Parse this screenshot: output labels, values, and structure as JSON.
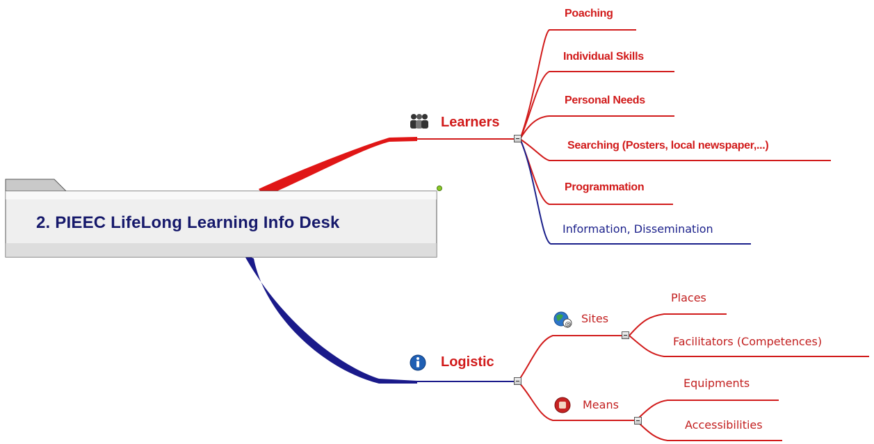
{
  "central": {
    "title": "2. PIEEC LifeLong Learning Info Desk"
  },
  "branches": {
    "learners": {
      "label": "Learners",
      "icon": "people-icon",
      "children": [
        "Poaching",
        "Individual Skills",
        "Personal Needs",
        "Searching (Posters, local newspaper,...)",
        "Programmation",
        "Information, Dissemination"
      ]
    },
    "logistic": {
      "label": "Logistic",
      "icon": "info-icon",
      "sites": {
        "label": "Sites",
        "icon": "globe-at-icon",
        "children": [
          "Places",
          "Facilitators (Competences)"
        ]
      },
      "means": {
        "label": "Means",
        "icon": "stop-hand-icon",
        "children": [
          "Equipments",
          "Accessibilities"
        ]
      }
    }
  },
  "colors": {
    "red": "#d11a1a",
    "navy": "#1a1f8a",
    "central_border": "#555555"
  }
}
